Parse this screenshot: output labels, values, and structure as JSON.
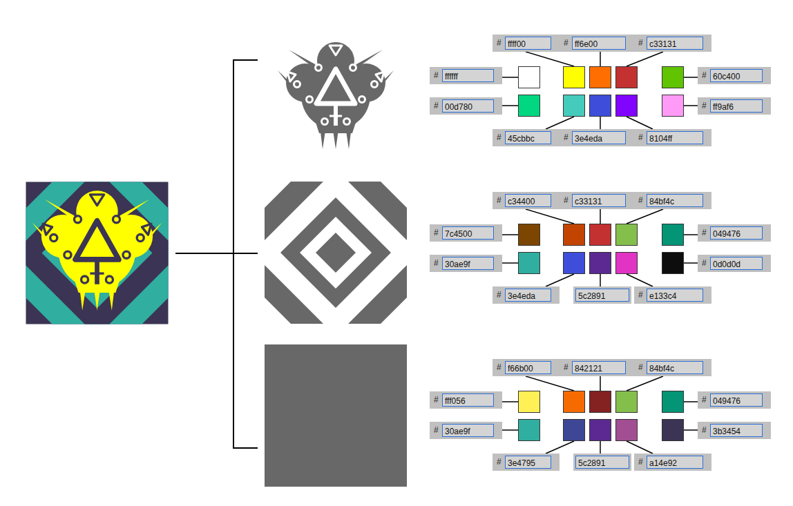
{
  "diagram": {
    "labels": [
      "#",
      "#",
      "#",
      "#",
      "#",
      "#",
      "#",
      "#",
      "#",
      "#",
      "#",
      "#",
      "#",
      "#",
      "#",
      "#",
      "#",
      "#",
      "#",
      "#",
      "#",
      "#",
      "#",
      "#",
      "#",
      "#",
      "#",
      "#"
    ],
    "legend": [
      {
        "text": "ffff00",
        "color": "#ffff00"
      },
      {
        "text": "ff6e00",
        "color": "#ff6e00"
      },
      {
        "text": "c33131",
        "color": "#c33131"
      },
      {
        "text": "ffffff",
        "color": "#ffffff"
      },
      {
        "text": "60c400",
        "color": "#60c400"
      },
      {
        "text": "00d780",
        "color": "#00d780"
      },
      {
        "text": "ff9af6",
        "color": "#ff9af6"
      },
      {
        "text": "45cbbc",
        "color": "#45cbbc"
      },
      {
        "text": "3e4eda",
        "color": "#3e4eda"
      },
      {
        "text": "8104ff",
        "color": "#8104ff"
      },
      {
        "text": "c34400",
        "color": "#c34400"
      },
      {
        "text": "c33131",
        "color": "#c33131"
      },
      {
        "text": "84bf4c",
        "color": "#84bf4c"
      },
      {
        "text": "7c4500",
        "color": "#7c4500"
      },
      {
        "text": "049476",
        "color": "#049476"
      },
      {
        "text": "30ae9f",
        "color": "#30ae9f"
      },
      {
        "text": "0d0d0d",
        "color": "#0d0d0d"
      },
      {
        "text": "3e4eda",
        "color": "#3e4eda"
      },
      {
        "text": "5c2891",
        "color": "#5c2891"
      },
      {
        "text": "e133c4",
        "color": "#e133c4"
      },
      {
        "text": "f66b00",
        "color": "#f66b00"
      },
      {
        "text": "842121",
        "color": "#842121"
      },
      {
        "text": "84bf4c",
        "color": "#84bf4c"
      },
      {
        "text": "fff056",
        "color": "#fff056"
      },
      {
        "text": "049476",
        "color": "#049476"
      },
      {
        "text": "30ae9f",
        "color": "#30ae9f"
      },
      {
        "text": "3b3454",
        "color": "#3b3454"
      },
      {
        "text": "3e4795",
        "color": "#3e4795"
      },
      {
        "text": "5c2891",
        "color": "#5c2891"
      },
      {
        "text": "a14e92",
        "color": "#a14e92"
      }
    ]
  }
}
